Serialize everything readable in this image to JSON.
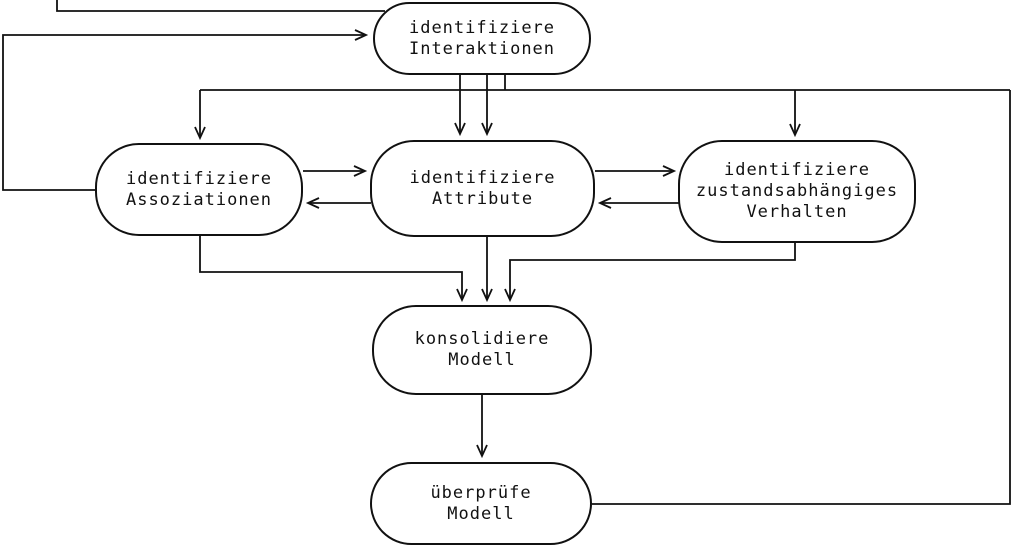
{
  "diagram": {
    "title": "",
    "background_color": "#ffffff",
    "line_color": "#111111",
    "nodes": {
      "interaktionen": {
        "lines": [
          "identifiziere",
          "Interaktionen"
        ]
      },
      "assoziationen": {
        "lines": [
          "identifiziere",
          "Assoziationen"
        ]
      },
      "attribute": {
        "lines": [
          "identifiziere",
          "Attribute"
        ]
      },
      "verhalten": {
        "lines": [
          "identifiziere",
          "zustandsabhängiges",
          "Verhalten"
        ]
      },
      "konsolidiere": {
        "lines": [
          "konsolidiere",
          "Modell"
        ]
      },
      "ueberpruefe": {
        "lines": [
          "überprüfe",
          "Modell"
        ]
      }
    },
    "edges": [
      "interaktionen -> attribute (double arrow)",
      "interaktionen -> assoziationen",
      "interaktionen -> verhalten",
      "assoziationen <-> attribute",
      "attribute <-> verhalten",
      "assoziationen -> konsolidiere",
      "attribute -> konsolidiere",
      "verhalten -> konsolidiere",
      "konsolidiere -> ueberpruefe",
      "ueberpruefe -> feedback loop right side",
      "assoziationen -> feedback loop left side -> interaktionen",
      "feedback line exiting top left (cut off)"
    ]
  }
}
